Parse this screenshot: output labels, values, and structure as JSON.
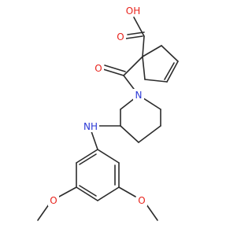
{
  "molecule": {
    "atoms": {
      "carboxyl_oh": "OH",
      "carboxyl_o": "O",
      "amide_o": "O",
      "ring_n": "N",
      "amine_nh": "NH",
      "methoxy_o_left": "O",
      "methoxy_o_right": "O"
    }
  },
  "colors": {
    "bond": "#2b2b2b",
    "oxygen": "#e8231c",
    "nitrogen": "#2a38d6",
    "background": "#ffffff"
  }
}
